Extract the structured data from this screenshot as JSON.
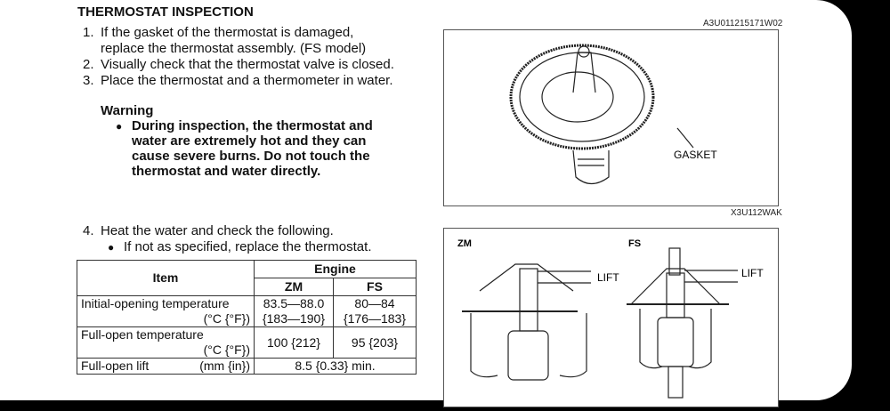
{
  "title": "THERMOSTAT INSPECTION",
  "steps": [
    {
      "num": "1.",
      "lines": [
        "If the gasket of the thermostat is damaged,",
        "replace the thermostat assembly. (FS model)"
      ]
    },
    {
      "num": "2.",
      "lines": [
        "Visually check that the thermostat valve is closed."
      ]
    },
    {
      "num": "3.",
      "lines": [
        "Place the thermostat and a thermometer in water."
      ]
    },
    {
      "num": "4.",
      "lines": [
        "Heat the water and check the following."
      ]
    }
  ],
  "warning": {
    "heading": "Warning",
    "bullet": "●",
    "lines": [
      "During inspection, the thermostat and",
      "water are extremely hot and they can",
      "cause severe burns. Do not touch the",
      "thermostat and water directly."
    ]
  },
  "step4_bullet": "If not as specified, replace the thermostat.",
  "table": {
    "item_header": "Item",
    "engine_header": "Engine",
    "zm": "ZM",
    "fs": "FS",
    "rows": [
      {
        "item": "Initial-opening temperature",
        "unit": "(°C {°F})",
        "zm": [
          "83.5—88.0",
          "{183—190}"
        ],
        "fs": [
          "80—84",
          "{176—183}"
        ]
      },
      {
        "item": "Full-open temperature",
        "unit": "(°C {°F})",
        "zm": "100 {212}",
        "fs": "95 {203}"
      },
      {
        "item": "Full-open lift",
        "unit": "(mm {in})",
        "value": "8.5 {0.33} min."
      }
    ]
  },
  "figure1": {
    "code_top": "A3U011215171W02",
    "label": "GASKET",
    "code_bottom": "X3U112WAK"
  },
  "figure2": {
    "zm": "ZM",
    "fs": "FS",
    "lift": "LIFT"
  }
}
